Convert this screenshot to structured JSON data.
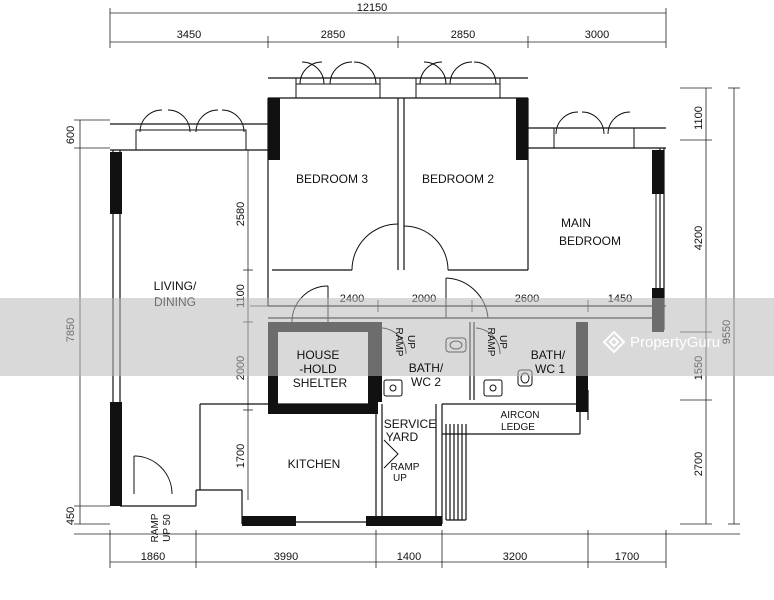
{
  "dimensions": {
    "top_total": "12150",
    "top_segments": [
      "3450",
      "2850",
      "2850",
      "3000"
    ],
    "right_outer": "9550",
    "right_segments": [
      "1100",
      "4200",
      "1550",
      "2700"
    ],
    "left_outer": "7850",
    "left_top": "600",
    "left_bottom": "450",
    "inner_vertical": [
      "2580",
      "1100",
      "2000",
      "1700"
    ],
    "mid_horizontal": [
      "2400",
      "2000",
      "2600",
      "1450"
    ],
    "bottom_segments": [
      "1860",
      "3990",
      "1400",
      "3200",
      "1700"
    ]
  },
  "rooms": {
    "bedroom3": "BEDROOM  3",
    "bedroom2": "BEDROOM  2",
    "main_bedroom": [
      "MAIN",
      "BEDROOM"
    ],
    "living_dining": [
      "LIVING/",
      "DINING"
    ],
    "household_shelter": [
      "HOUSE",
      "-HOLD",
      "SHELTER"
    ],
    "bath2": [
      "BATH/",
      "WC 2"
    ],
    "bath1": [
      "BATH/",
      "WC  1"
    ],
    "kitchen": "KITCHEN",
    "service_yard": [
      "SERVICE",
      "YARD"
    ],
    "aircon_ledge": [
      "AIRCON",
      "LEDGE"
    ],
    "ramp_up_labels": [
      "RAMP",
      "UP"
    ],
    "entrance_ramp": [
      "RAMP",
      "UP 50"
    ]
  },
  "watermark": {
    "brand": "PropertyGuru"
  },
  "colors": {
    "wall": "#111111",
    "watermark_band": "#b9b9b9"
  }
}
